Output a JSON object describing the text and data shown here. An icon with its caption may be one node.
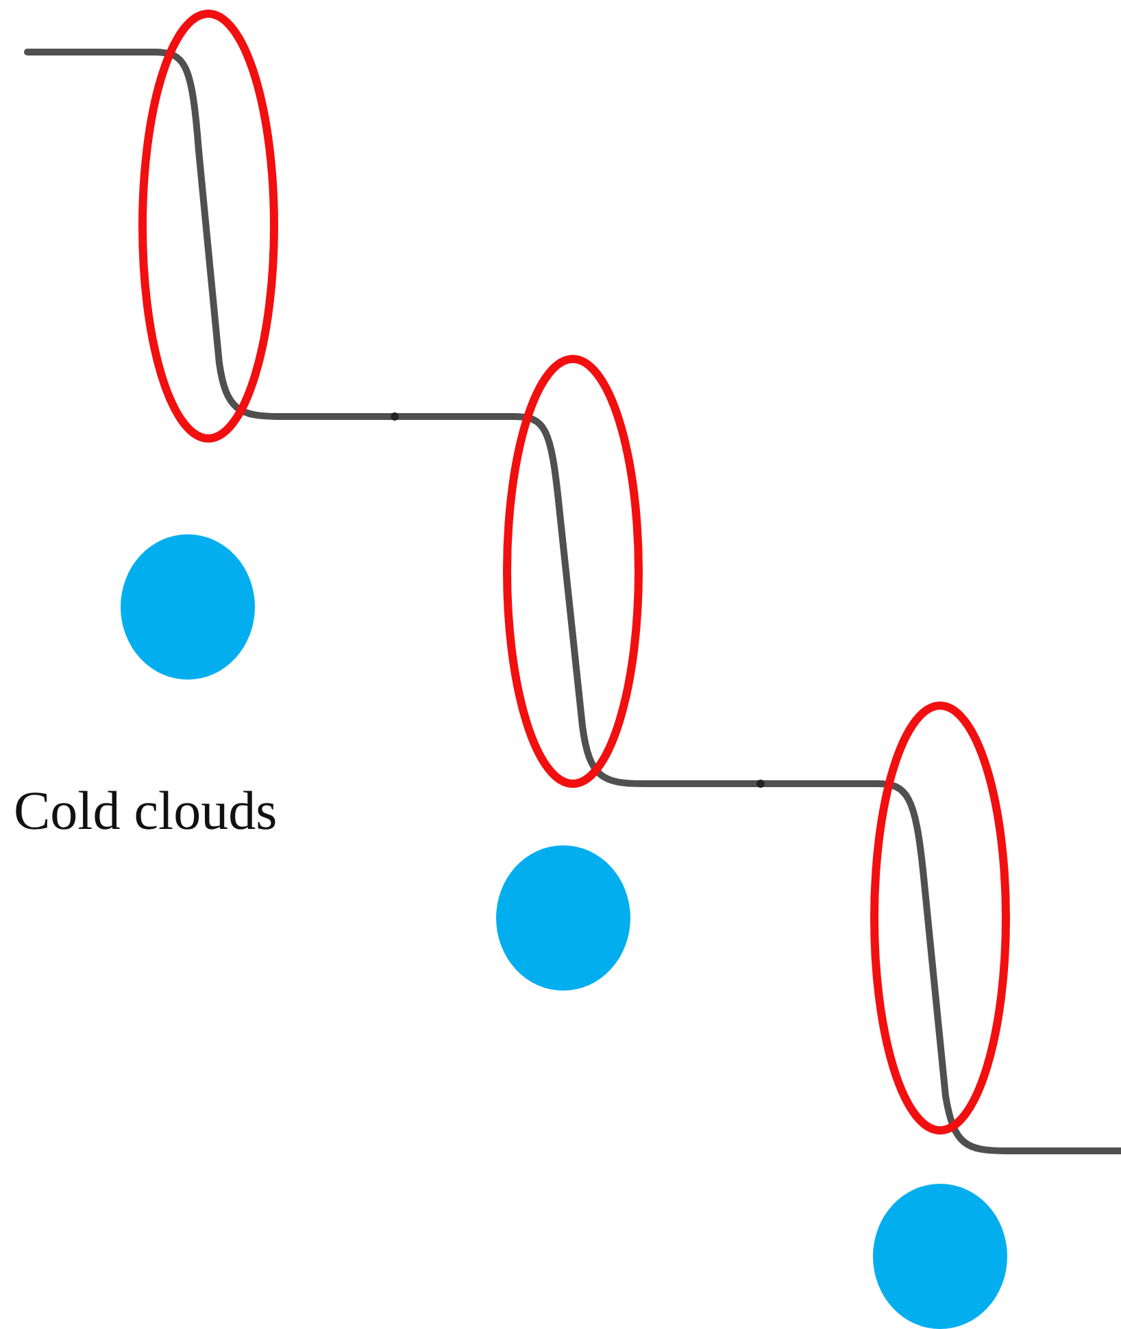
{
  "diagram": {
    "nodes": [
      {
        "text": [],
        "shape": "circle"
      },
      {
        "text": [],
        "shape": "circle"
      },
      {
        "text": [],
        "shape": "circle"
      },
      {
        "text": [],
        "shape": "circle"
      },
      {
        "text": [],
        "shape": "circle"
      },
      {
        "text": [],
        "shape": "circle"
      }
    ],
    "labels": [
      "Cold clouds"
    ]
  }
}
